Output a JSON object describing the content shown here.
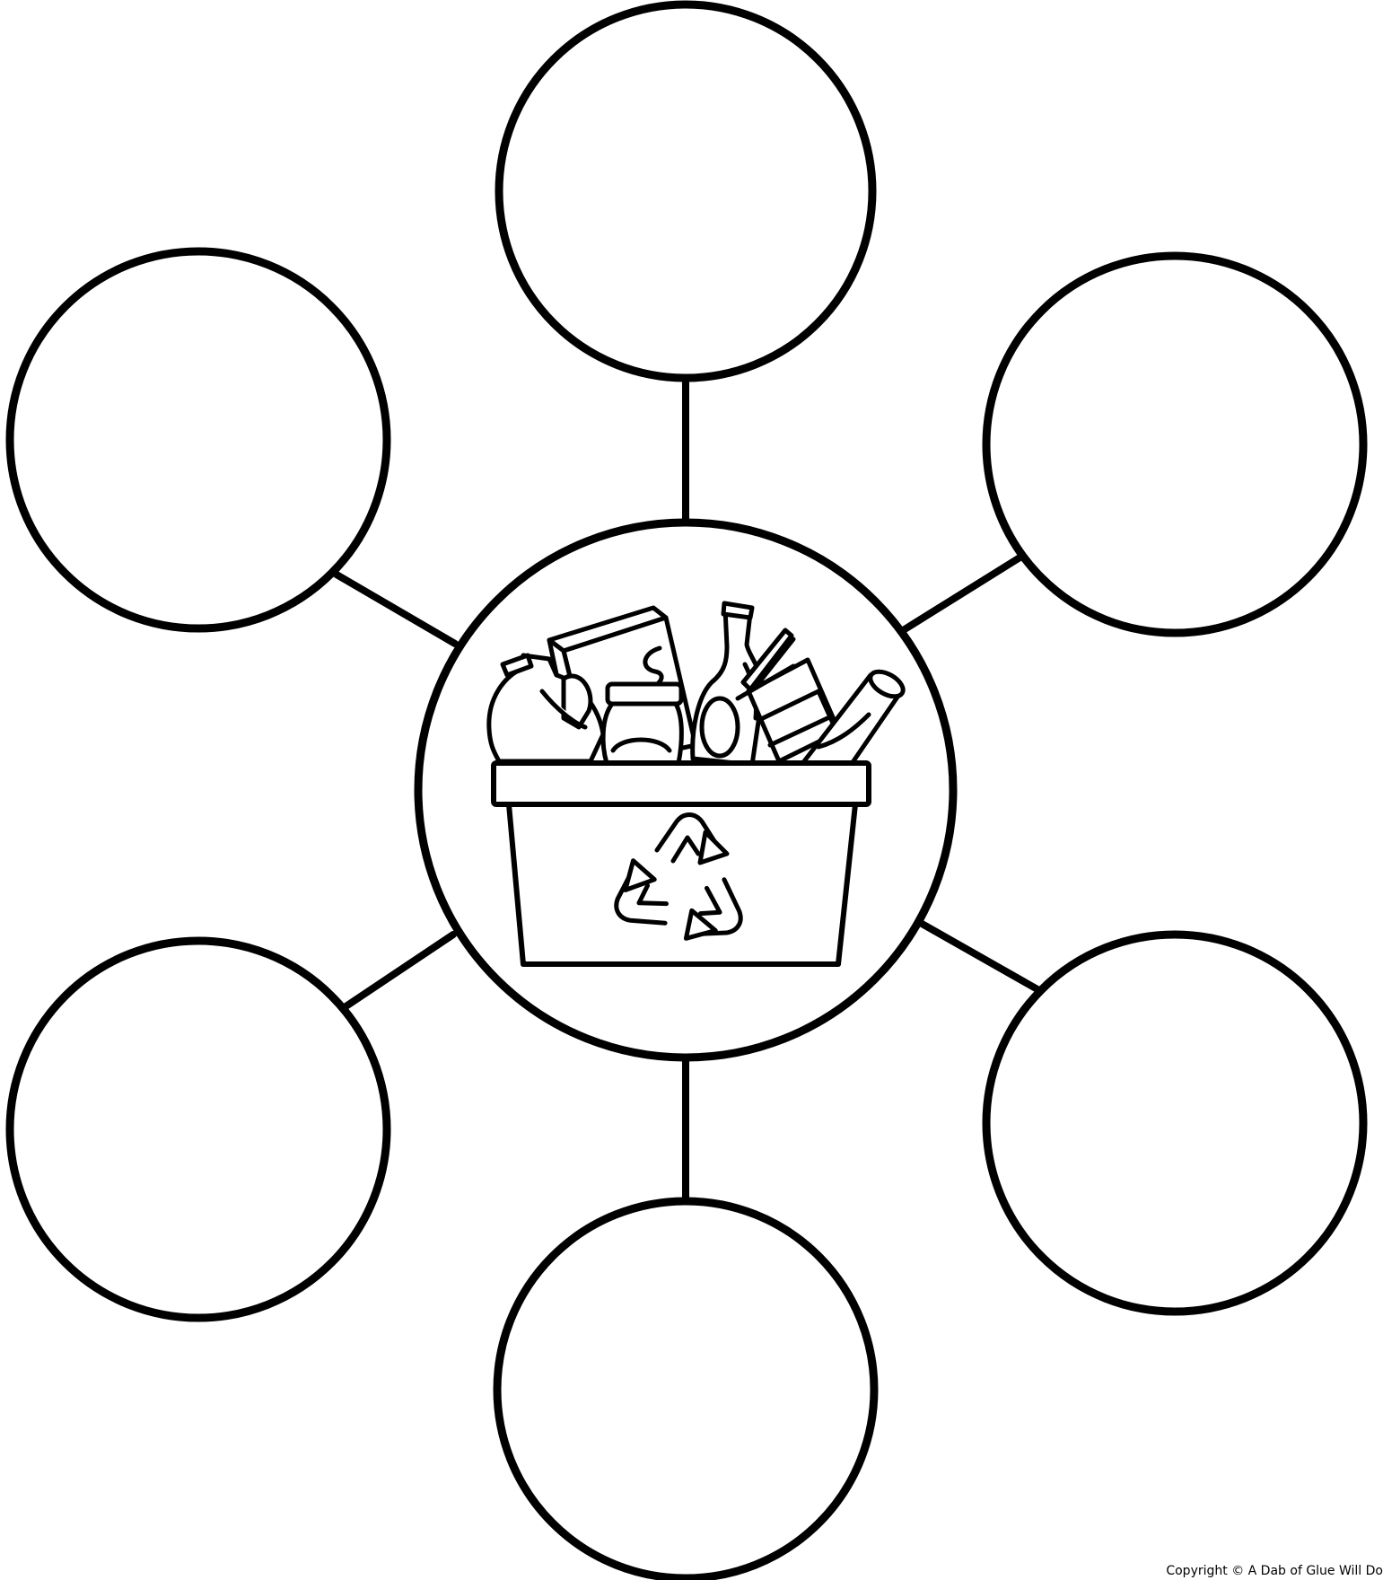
{
  "diagram": {
    "type": "bubble-map",
    "center_icon": "recycling-bin-icon",
    "outer_circle_count": 6,
    "stroke_color": "#000000",
    "background_color": "#ffffff"
  },
  "copyright": "Copyright © A Dab of Glue Will Do"
}
